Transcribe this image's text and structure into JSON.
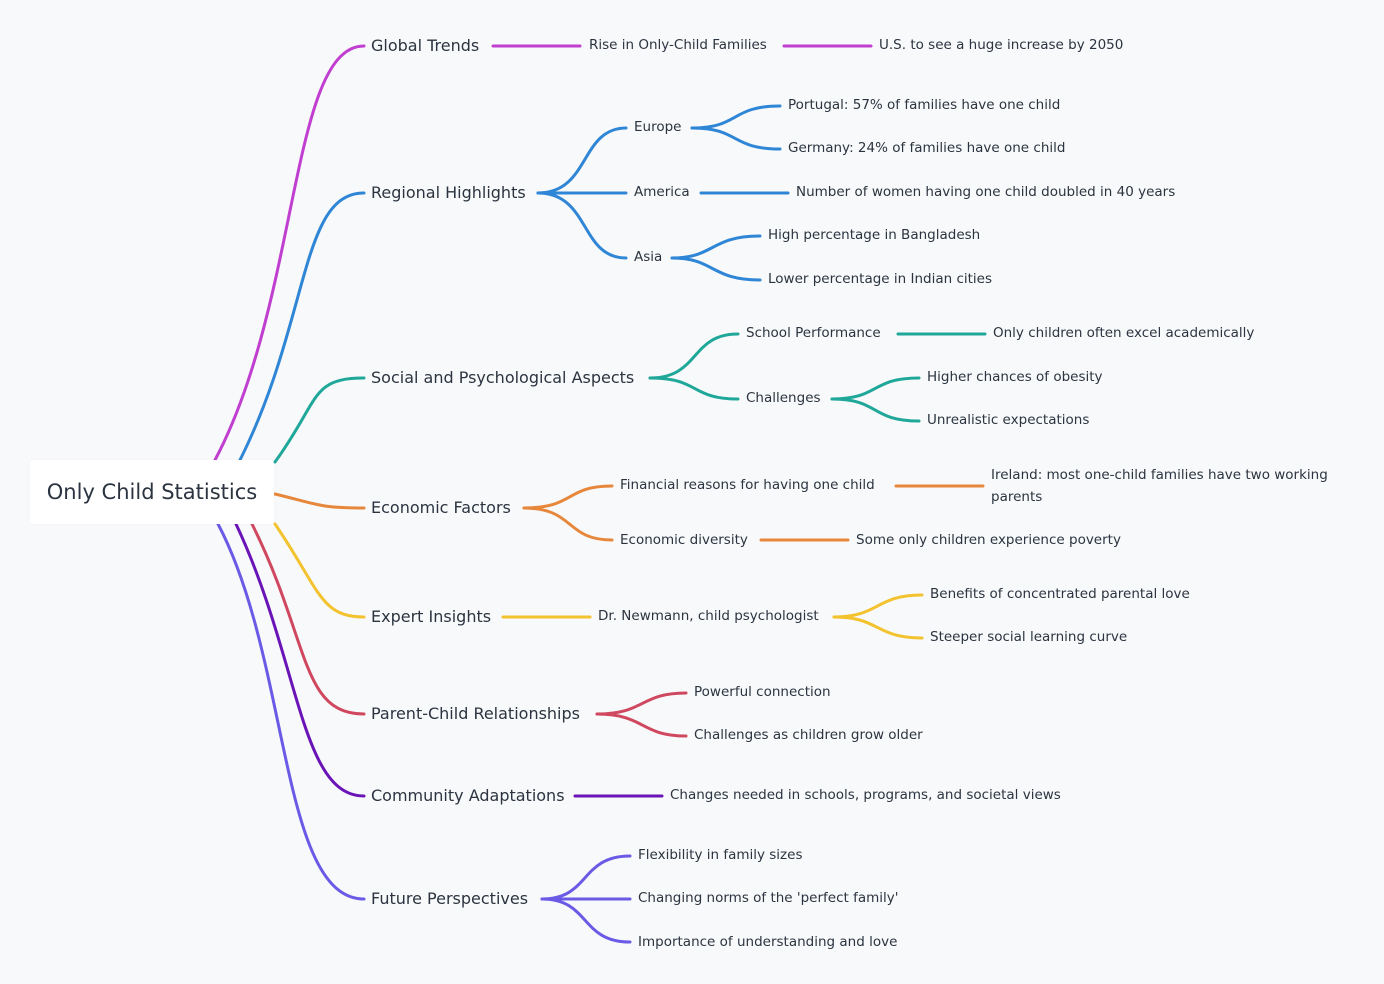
{
  "root": "Only Child Statistics",
  "colors": {
    "global": "#c03fd0",
    "regional": "#2f86d6",
    "social": "#1fa899",
    "economic": "#e6873b",
    "expert": "#f3c22f",
    "parent": "#cf4860",
    "community": "#6a14b8",
    "future": "#6b5ae6"
  },
  "branches": {
    "global": {
      "label": "Global Trends",
      "rise": "Rise in Only-Child Families",
      "us": "U.S. to see a huge increase by 2050"
    },
    "regional": {
      "label": "Regional Highlights",
      "europe": "Europe",
      "portugal": "Portugal: 57% of families have one child",
      "germany": "Germany: 24% of families have one child",
      "america": "America",
      "women": "Number of women having one child doubled in 40 years",
      "asia": "Asia",
      "bangladesh": "High percentage in Bangladesh",
      "india": "Lower percentage in Indian cities"
    },
    "social": {
      "label": "Social and Psychological Aspects",
      "school": "School Performance",
      "excel": "Only children often excel academically",
      "challenges": "Challenges",
      "obesity": "Higher chances of obesity",
      "unrealistic": "Unrealistic expectations"
    },
    "economic": {
      "label": "Economic Factors",
      "financial": "Financial reasons for having one child",
      "ireland": "Ireland: most one-child families have two working parents",
      "diversity": "Economic diversity",
      "poverty": "Some only children experience poverty"
    },
    "expert": {
      "label": "Expert Insights",
      "newmann": "Dr. Newmann, child psychologist",
      "benefits": "Benefits of concentrated parental love",
      "steeper": "Steeper social learning curve"
    },
    "parent": {
      "label": "Parent-Child Relationships",
      "powerful": "Powerful connection",
      "older": "Challenges as children grow older"
    },
    "community": {
      "label": "Community Adaptations",
      "changes": "Changes needed in schools, programs, and societal views"
    },
    "future": {
      "label": "Future Perspectives",
      "flex": "Flexibility in family sizes",
      "norms": "Changing norms of the 'perfect family'",
      "importance": "Importance of understanding and love"
    }
  }
}
